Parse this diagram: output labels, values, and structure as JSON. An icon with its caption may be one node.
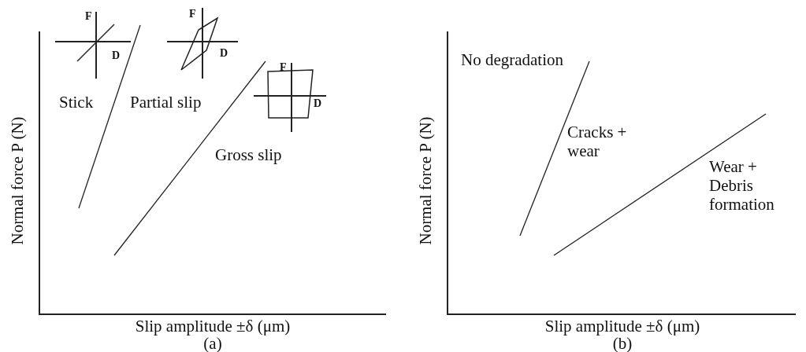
{
  "diagram": {
    "labels": [
      "F",
      "D",
      "F",
      "D",
      "F",
      "D",
      "Stick",
      "Partial slip",
      "Gross slip",
      "Normal force P (N)",
      "Slip amplitude ±δ (μm)",
      "(a)",
      "No degradation",
      "Cracks + wear",
      "Wear + Debris formation",
      "Normal force P (N)",
      "Slip amplitude ±δ (μm)",
      "(b)"
    ]
  }
}
